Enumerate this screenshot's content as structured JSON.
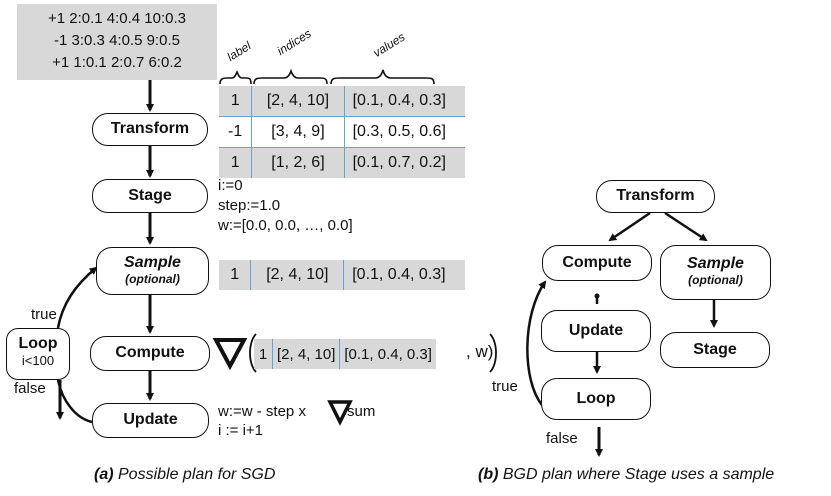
{
  "input_lines": [
    "+1 2:0.1 4:0.4 10:0.3",
    "-1 3:0.3 4:0.5  9:0.5",
    "+1 1:0.1 2:0.7  6:0.2"
  ],
  "column_headers": {
    "label": "label",
    "indices": "indices",
    "values": "values"
  },
  "table_rows": [
    {
      "label": "1",
      "indices": "[2, 4, 10]",
      "values": "[0.1, 0.4, 0.3]"
    },
    {
      "label": "-1",
      "indices": "[3, 4, 9]",
      "values": "[0.3, 0.5, 0.6]"
    },
    {
      "label": "1",
      "indices": "[1, 2, 6]",
      "values": "[0.1, 0.7, 0.2]"
    }
  ],
  "left_plan": {
    "transform": "Transform",
    "stage": "Stage",
    "sample": "Sample",
    "sample_optional": "(optional)",
    "compute": "Compute",
    "update": "Update",
    "loop": "Loop",
    "loop_cond": "i<100",
    "true_label": "true",
    "false_label": "false"
  },
  "stage_notes": [
    "i:=0",
    "step:=1.0",
    "w:=[0.0, 0.0, …, 0.0]"
  ],
  "sample_row": {
    "label": "1",
    "indices": "[2, 4, 10]",
    "values": "[0.1, 0.4, 0.3]"
  },
  "gradient": {
    "label": "1",
    "indices": "[2, 4, 10]",
    "values": "[0.1, 0.4, 0.3]",
    "suffix": ", w)"
  },
  "update_notes": {
    "line1_prefix": "w:=w - step x",
    "line1_suffix": "sum",
    "line2": "i := i+1"
  },
  "right_plan": {
    "transform": "Transform",
    "compute": "Compute",
    "sample": "Sample",
    "sample_optional": "(optional)",
    "update": "Update",
    "stage": "Stage",
    "loop": "Loop",
    "true_label": "true",
    "false_label": "false"
  },
  "captions": {
    "a_tag": "(a)",
    "a_text": " Possible plan for SGD",
    "b_tag": "(b)",
    "b_text": " BGD plan where Stage uses a sample"
  }
}
